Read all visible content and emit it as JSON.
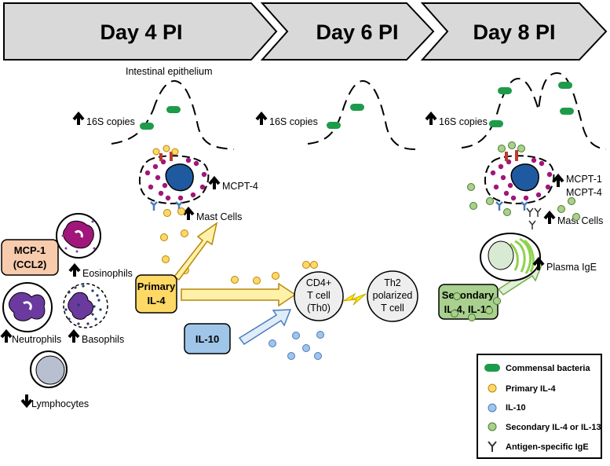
{
  "timeline": {
    "day4": "Day 4 PI",
    "day6": "Day 6 PI",
    "day8": "Day 8 PI"
  },
  "labels": {
    "intestinal_epithelium": "Intestinal epithelium",
    "copies_16s": "16S copies",
    "mcpt4": "MCPT-4",
    "mcpt1": "MCPT-1",
    "mast_cells": "Mast Cells",
    "eosinophils": "Eosinophils",
    "neutrophils": "Neutrophils",
    "basophils": "Basophils",
    "lymphocytes": "Lymphocytes",
    "plasma_ige": "Plasma IgE"
  },
  "boxes": {
    "mcp1_line1": "MCP-1",
    "mcp1_line2": "(CCL2)",
    "primary_line1": "Primary",
    "primary_line2": "IL-4",
    "il10": "IL-10",
    "secondary_line1": "Secondary",
    "secondary_line2": "IL-4, IL-13"
  },
  "cells": {
    "cd4_line1": "CD4+",
    "cd4_line2": "T cell",
    "cd4_line3": "(Th0)",
    "th2_line1": "Th2",
    "th2_line2": "polarized",
    "th2_line3": "T cell"
  },
  "legend": [
    {
      "label": "Commensal bacteria",
      "icon": "bacteria-icon"
    },
    {
      "label": "Primary IL-4",
      "icon": "yellow-dot-icon"
    },
    {
      "label": "IL-10",
      "icon": "blue-dot-icon"
    },
    {
      "label": "Secondary IL-4 or IL-13",
      "icon": "green-dot-icon"
    },
    {
      "label": "Antigen-specific IgE",
      "icon": "antibody-icon"
    }
  ],
  "colors": {
    "banner_fill": "#d9d9d9",
    "bacteria": "#1e9b4a",
    "primary_il4": "#fdd866",
    "il10": "#9fc5e8",
    "secondary": "#a9d08e",
    "mast_granule": "#a0167a",
    "mcp1_box": "#f8cbad",
    "secondary_box": "#a9d08e",
    "il10_box": "#9fc5e8",
    "primary_box": "#ffd966"
  }
}
